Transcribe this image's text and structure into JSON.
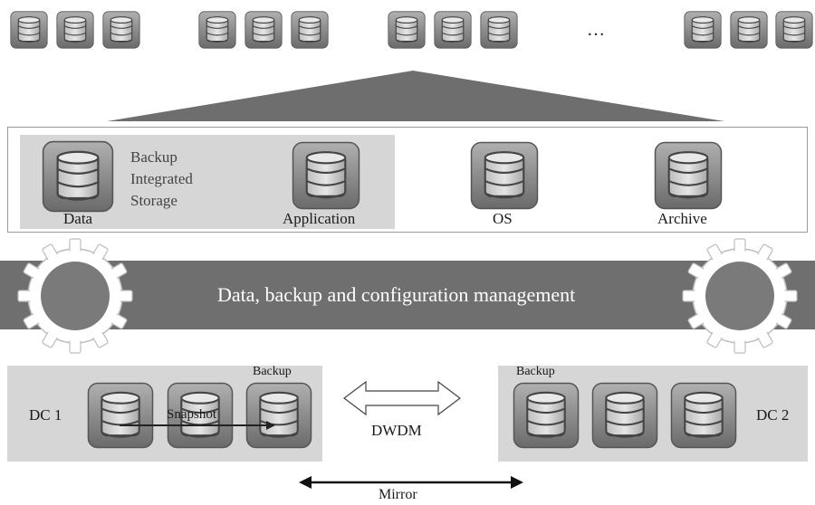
{
  "top_row": {
    "ellipsis": "…"
  },
  "storage_panel": {
    "items": [
      {
        "label": "Data"
      },
      {
        "label": "Application"
      },
      {
        "label": "OS"
      },
      {
        "label": "Archive"
      }
    ],
    "integrated_label": [
      "Backup",
      "Integrated",
      "Storage"
    ]
  },
  "management_band": {
    "label": "Data, backup and configuration management"
  },
  "dc1": {
    "label": "DC 1",
    "backup_label": "Backup",
    "snapshot_label": "Snapshot"
  },
  "dc2": {
    "label": "DC 2",
    "backup_label": "Backup"
  },
  "link": {
    "dwdm_label": "DWDM",
    "mirror_label": "Mirror"
  },
  "colors": {
    "band": "#6f6f6f",
    "panel": "#d6d6d6",
    "icon_dark": "#6a6a6a",
    "icon_light": "#c8c8c8"
  }
}
